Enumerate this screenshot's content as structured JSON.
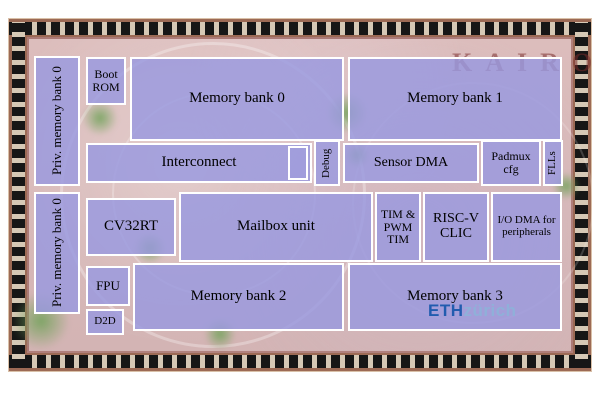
{
  "meta": {
    "description": "Annotated chip die photograph with labeled floorplan blocks"
  },
  "colors": {
    "block_fill": "#9899df",
    "block_border": "#ffffff",
    "block_text": "#000000",
    "die_background": "#dcbdbc",
    "pad_dark": "#161616",
    "pad_light": "#d6c9b6",
    "pad_ring": "#9c6a55",
    "green_blob": "#70a258",
    "kairo_text": "#7a2c2c",
    "eth_blue": "#215caf",
    "eth_light_blue": "#8fb0d9"
  },
  "background": {
    "kairo_label": "KAIRO",
    "eth_logo": {
      "bold": "ETH",
      "rest": "zürich"
    }
  },
  "blocks": {
    "priv_mem_top": "Priv. memory bank 0",
    "priv_mem_bottom": "Priv. memory bank 0",
    "boot_rom": "Boot ROM",
    "memory_bank_0": "Memory bank 0",
    "memory_bank_1": "Memory bank 1",
    "interconnect": "Interconnect",
    "debug": "Debug",
    "sensor_dma": "Sensor DMA",
    "padmux_cfg": "Padmux cfg",
    "flls": "FLLs",
    "cv32rt": "CV32RT",
    "mailbox_unit": "Mailbox unit",
    "tim_pwm": "TIM & PWM TIM",
    "riscv_clic": "RISC-V CLIC",
    "io_dma": "I/O DMA for peripherals",
    "fpu": "FPU",
    "d2d": "D2D",
    "memory_bank_2": "Memory bank 2",
    "memory_bank_3": "Memory bank 3"
  }
}
